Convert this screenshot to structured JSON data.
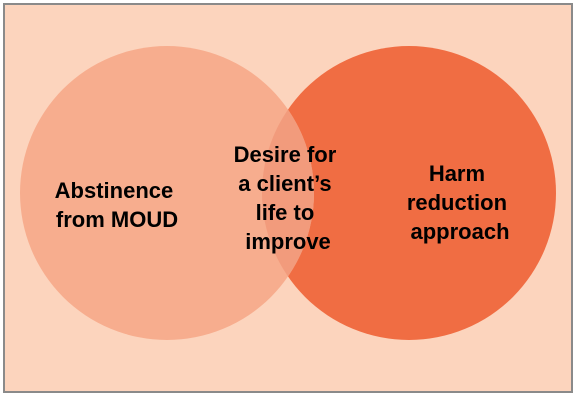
{
  "diagram": {
    "type": "venn",
    "left_set": {
      "lines": [
        "Abstinence",
        "from MOUD"
      ]
    },
    "intersection": {
      "lines": [
        "Desire for",
        "a client’s",
        "life to",
        "improve"
      ]
    },
    "right_set": {
      "lines": [
        "Harm",
        "reduction",
        "approach"
      ]
    }
  },
  "colors": {
    "background": "#fcd4bd",
    "left_circle": "#f7ad8e",
    "right_circle": "#f06d43",
    "overlap": "#f29b7c",
    "border": "#8a8a8a",
    "text": "#000000"
  }
}
